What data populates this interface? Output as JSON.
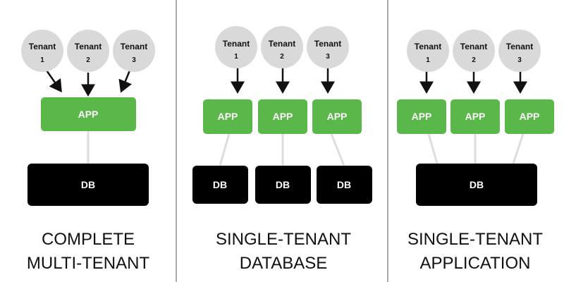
{
  "colors": {
    "app": "#5ab84a",
    "db": "#000000",
    "tenant": "#d9d9d9"
  },
  "panels": [
    {
      "caption_line1": "COMPLETE",
      "caption_line2": "MULTI-TENANT",
      "tenants": [
        {
          "label": "Tenant",
          "number": "1"
        },
        {
          "label": "Tenant",
          "number": "2"
        },
        {
          "label": "Tenant",
          "number": "3"
        }
      ],
      "apps": [
        "APP"
      ],
      "dbs": [
        "DB"
      ]
    },
    {
      "caption_line1": "SINGLE-TENANT",
      "caption_line2": "DATABASE",
      "tenants": [
        {
          "label": "Tenant",
          "number": "1"
        },
        {
          "label": "Tenant",
          "number": "2"
        },
        {
          "label": "Tenant",
          "number": "3"
        }
      ],
      "apps": [
        "APP",
        "APP",
        "APP"
      ],
      "dbs": [
        "DB",
        "DB",
        "DB"
      ]
    },
    {
      "caption_line1": "SINGLE-TENANT",
      "caption_line2": "APPLICATION",
      "tenants": [
        {
          "label": "Tenant",
          "number": "1"
        },
        {
          "label": "Tenant",
          "number": "2"
        },
        {
          "label": "Tenant",
          "number": "3"
        }
      ],
      "apps": [
        "APP",
        "APP",
        "APP"
      ],
      "dbs": [
        "DB"
      ]
    }
  ]
}
